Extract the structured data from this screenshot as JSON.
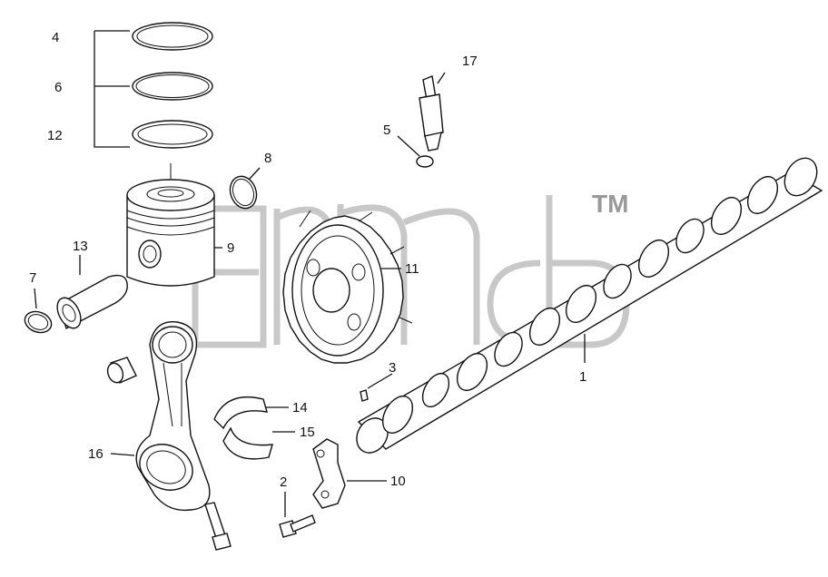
{
  "watermark": {
    "trademark": "TM"
  },
  "callouts": [
    {
      "id": "c1",
      "label": "1"
    },
    {
      "id": "c2",
      "label": "2"
    },
    {
      "id": "c3",
      "label": "3"
    },
    {
      "id": "c4",
      "label": "4"
    },
    {
      "id": "c5",
      "label": "5"
    },
    {
      "id": "c6",
      "label": "6"
    },
    {
      "id": "c7",
      "label": "7"
    },
    {
      "id": "c8",
      "label": "8"
    },
    {
      "id": "c9",
      "label": "9"
    },
    {
      "id": "c10",
      "label": "10"
    },
    {
      "id": "c11",
      "label": "11"
    },
    {
      "id": "c12",
      "label": "12"
    },
    {
      "id": "c13",
      "label": "13"
    },
    {
      "id": "c14",
      "label": "14"
    },
    {
      "id": "c15",
      "label": "15"
    },
    {
      "id": "c16",
      "label": "16"
    },
    {
      "id": "c17",
      "label": "17"
    }
  ],
  "colors": {
    "line": "#111111",
    "watermark": "#9a9a9a",
    "background": "#ffffff"
  }
}
